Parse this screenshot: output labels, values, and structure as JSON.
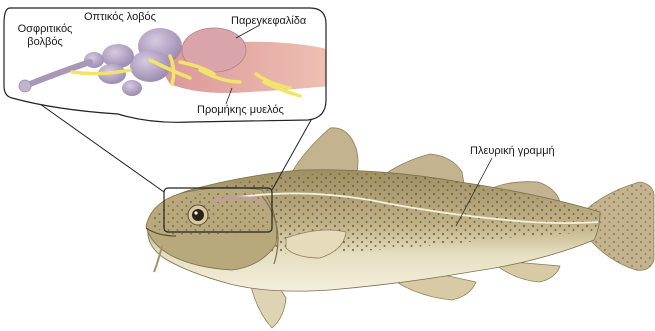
{
  "labels": {
    "olfactory_bulb": "Οσφριτικός βολβός",
    "optic_lobe": "Οπτικός λοβός",
    "cerebellum": "Παρεγκεφαλίδα",
    "medulla": "Προμήκης μυελός",
    "lateral_line": "Πλευρική γραμμή"
  },
  "colors": {
    "callout_border": "#222222",
    "brain": "#b9a8c8",
    "brain_dark": "#9d8ab0",
    "medulla": "#e7a3a0",
    "nerves": "#f1e46a",
    "fish_back": "#b4a67b",
    "fish_belly": "#efe9cf",
    "fish_spots": "#6b5a3a",
    "fin": "#c3b48f",
    "lateral_line": "#f5f0dc"
  }
}
